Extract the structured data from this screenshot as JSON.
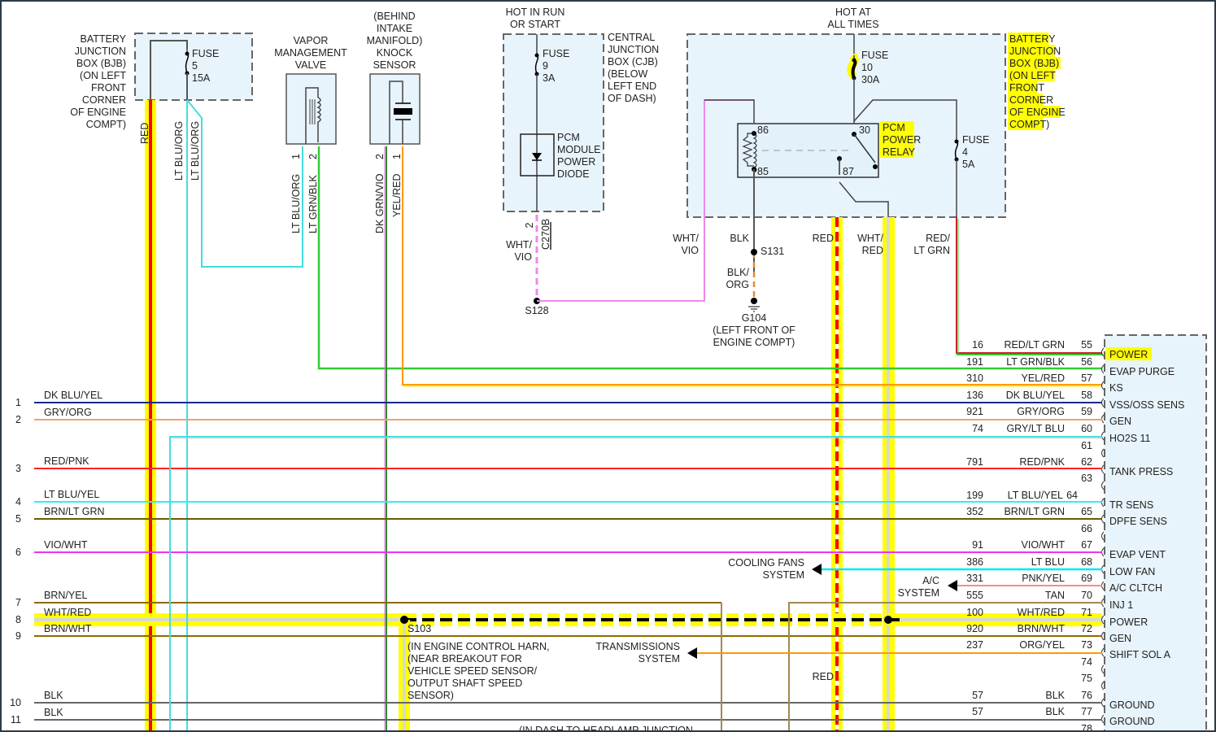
{
  "diagram": {
    "title": "PCM Power / Wiring Schematic",
    "components": {
      "bjb_left": {
        "label": [
          "BATTERY",
          "JUNCTION",
          "BOX (BJB)",
          "(ON LEFT",
          "FRONT",
          "CORNER",
          "OF ENGINE",
          "COMPT)"
        ],
        "fuse": [
          "FUSE",
          "5",
          "15A"
        ]
      },
      "vapor_valve": {
        "label": [
          "VAPOR",
          "MANAGEMENT",
          "VALVE"
        ],
        "pins": [
          "1",
          "2"
        ]
      },
      "knock_sensor": {
        "label": [
          "(BEHIND",
          "INTAKE",
          "MANIFOLD)",
          "KNOCK",
          "SENSOR"
        ],
        "pins": [
          "2",
          "1"
        ]
      },
      "cjb": {
        "hot": [
          "HOT IN RUN",
          "OR START"
        ],
        "label": [
          "CENTRAL",
          "JUNCTION",
          "BOX (CJB)",
          "(BELOW",
          "LEFT END",
          "OF DASH)"
        ],
        "fuse": [
          "FUSE",
          "9",
          "3A"
        ],
        "diode": [
          "PCM",
          "MODULE",
          "POWER",
          "DIODE"
        ],
        "pin": "2",
        "connector": "C270B"
      },
      "bjb_right": {
        "hot": [
          "HOT AT",
          "ALL TIMES"
        ],
        "label": [
          "BATTERY",
          "JUNCTION",
          "BOX (BJB)",
          "(ON LEFT",
          "FRONT",
          "CORNER",
          "OF ENGINE",
          "COMPT)"
        ],
        "fuse10": [
          "FUSE",
          "10",
          "30A"
        ],
        "fuse4": [
          "FUSE",
          "4",
          "5A"
        ],
        "relay": [
          "PCM",
          "POWER",
          "RELAY"
        ],
        "relay_pins": [
          "86",
          "85",
          "30",
          "87"
        ]
      },
      "ground": {
        "splice": "S131",
        "name": "G104",
        "location": [
          "(LEFT FRONT OF",
          "ENGINE COMPT)"
        ]
      },
      "s128": "S128",
      "s103": {
        "name": "S103",
        "note": [
          "(IN ENGINE CONTROL HARN,",
          "(NEAR BREAKOUT FOR",
          "VEHICLE SPEED SENSOR/",
          "OUTPUT SHAFT SPEED",
          "SENSOR)"
        ]
      },
      "cutoff_note": "(IN DASH TO HEADLAMP JUNCTION"
    },
    "vertical_wire_labels": {
      "red": "RED",
      "lt_blu_org_a": "LT BLU/ORG",
      "lt_blu_org_b": "LT BLU/ORG",
      "vmv_1": "LT BLU/ORG",
      "vmv_2": "LT GRN/BLK",
      "ks_2": "DK GRN/VIO",
      "ks_1": "YEL/RED",
      "wht_vio_a": [
        "WHT/",
        "VIO"
      ],
      "wht_vio_b": [
        "WHT/",
        "VIO"
      ],
      "blk": "BLK",
      "blk_org": [
        "BLK/",
        "ORG"
      ],
      "red_relay": "RED",
      "wht_red": [
        "WHT/",
        "RED"
      ],
      "red_lt_grn": [
        "RED/",
        "LT GRN"
      ],
      "red_lower": "RED"
    },
    "arrows": {
      "cooling": [
        "COOLING FANS",
        "SYSTEM"
      ],
      "ac": [
        "A/C",
        "SYSTEM"
      ],
      "trans": [
        "TRANSMISSIONS",
        "SYSTEM"
      ]
    },
    "left_wires": [
      {
        "num": "1",
        "label": "DK BLU/YEL"
      },
      {
        "num": "2",
        "label": "GRY/ORG"
      },
      {
        "num": "3",
        "label": "RED/PNK"
      },
      {
        "num": "4",
        "label": "LT BLU/YEL"
      },
      {
        "num": "5",
        "label": "BRN/LT GRN"
      },
      {
        "num": "6",
        "label": "VIO/WHT"
      },
      {
        "num": "7",
        "label": "BRN/YEL"
      },
      {
        "num": "8",
        "label": "WHT/RED"
      },
      {
        "num": "9",
        "label": "BRN/WHT"
      },
      {
        "num": "10",
        "label": "BLK"
      },
      {
        "num": "11",
        "label": "BLK"
      }
    ],
    "pcm_pins": [
      {
        "circuit": "16",
        "color": "RED/LT GRN",
        "pin": "55",
        "func": "POWER",
        "hl": true
      },
      {
        "circuit": "191",
        "color": "LT GRN/BLK",
        "pin": "56",
        "func": "EVAP PURGE"
      },
      {
        "circuit": "310",
        "color": "YEL/RED",
        "pin": "57",
        "func": "KS"
      },
      {
        "circuit": "136",
        "color": "DK BLU/YEL",
        "pin": "58",
        "func": "VSS/OSS SENS"
      },
      {
        "circuit": "921",
        "color": "GRY/ORG",
        "pin": "59",
        "func": "GEN"
      },
      {
        "circuit": "74",
        "color": "GRY/LT BLU",
        "pin": "60",
        "func": "HO2S 11"
      },
      {
        "circuit": "",
        "color": "",
        "pin": "61",
        "func": ""
      },
      {
        "circuit": "791",
        "color": "RED/PNK",
        "pin": "62",
        "func": "TANK PRESS"
      },
      {
        "circuit": "",
        "color": "",
        "pin": "63",
        "func": ""
      },
      {
        "circuit": "199",
        "color": "LT BLU/YEL",
        "pin": "64",
        "func": "TR SENS"
      },
      {
        "circuit": "352",
        "color": "BRN/LT GRN",
        "pin": "65",
        "func": "DPFE SENS"
      },
      {
        "circuit": "",
        "color": "",
        "pin": "66",
        "func": ""
      },
      {
        "circuit": "91",
        "color": "VIO/WHT",
        "pin": "67",
        "func": "EVAP VENT"
      },
      {
        "circuit": "386",
        "color": "LT BLU",
        "pin": "68",
        "func": "LOW FAN"
      },
      {
        "circuit": "331",
        "color": "PNK/YEL",
        "pin": "69",
        "func": "A/C CLTCH"
      },
      {
        "circuit": "555",
        "color": "TAN",
        "pin": "70",
        "func": "INJ 1"
      },
      {
        "circuit": "100",
        "color": "WHT/RED",
        "pin": "71",
        "func": "POWER"
      },
      {
        "circuit": "920",
        "color": "BRN/WHT",
        "pin": "72",
        "func": "GEN"
      },
      {
        "circuit": "237",
        "color": "ORG/YEL",
        "pin": "73",
        "func": "SHIFT SOL A"
      },
      {
        "circuit": "",
        "color": "",
        "pin": "74",
        "func": ""
      },
      {
        "circuit": "",
        "color": "",
        "pin": "75",
        "func": ""
      },
      {
        "circuit": "57",
        "color": "BLK",
        "pin": "76",
        "func": "GROUND"
      },
      {
        "circuit": "57",
        "color": "BLK",
        "pin": "77",
        "func": "GROUND"
      },
      {
        "circuit": "",
        "color": "",
        "pin": "78",
        "func": ""
      }
    ],
    "colors": {
      "highlight": "#ffff00",
      "box_fill": "#e8f4fb",
      "box_border": "#666666"
    }
  }
}
